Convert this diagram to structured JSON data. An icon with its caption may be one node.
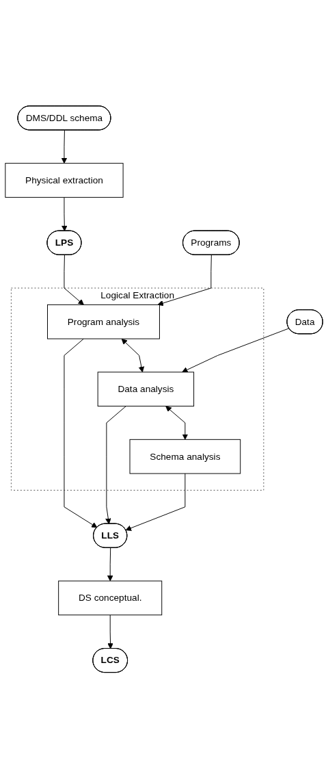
{
  "diagram": {
    "nodes": [
      {
        "text": [
          "DMS/DDL schema"
        ]
      },
      {
        "text": [
          "Physical extraction"
        ]
      },
      {
        "text": [
          "LPS"
        ]
      },
      {
        "text": [
          "Programs"
        ]
      },
      {
        "text": [
          "Logical Extraction"
        ]
      },
      {
        "text": [
          "Program analysis"
        ],
        "in": 4
      },
      {
        "text": [
          "Data"
        ]
      },
      {
        "text": [
          "Data analysis"
        ],
        "in": 4
      },
      {
        "text": [
          "Schema analysis"
        ],
        "in": 4
      },
      {
        "text": [
          "LLS"
        ]
      },
      {
        "text": [
          "DS conceptual."
        ]
      },
      {
        "text": [
          "LCS"
        ]
      }
    ],
    "edges": [
      {
        "from": 0,
        "to": 1,
        "arrow": "to"
      },
      {
        "from": 1,
        "to": 2,
        "arrow": "to"
      },
      {
        "from": 2,
        "to": 5,
        "arrow": "to"
      },
      {
        "from": 3,
        "to": 5,
        "arrow": "to"
      },
      {
        "from": 5,
        "to": 7,
        "arrow": "both"
      },
      {
        "from": 6,
        "to": 7,
        "arrow": "to"
      },
      {
        "from": 7,
        "to": 8,
        "arrow": "both"
      },
      {
        "from": 8,
        "to": 9,
        "arrow": "to"
      },
      {
        "from": 5,
        "to": 9,
        "arrow": "to"
      },
      {
        "from": 7,
        "to": 9,
        "arrow": "to"
      },
      {
        "from": 9,
        "to": 10,
        "arrow": "to"
      },
      {
        "from": 10,
        "to": 11,
        "arrow": "to"
      }
    ]
  }
}
